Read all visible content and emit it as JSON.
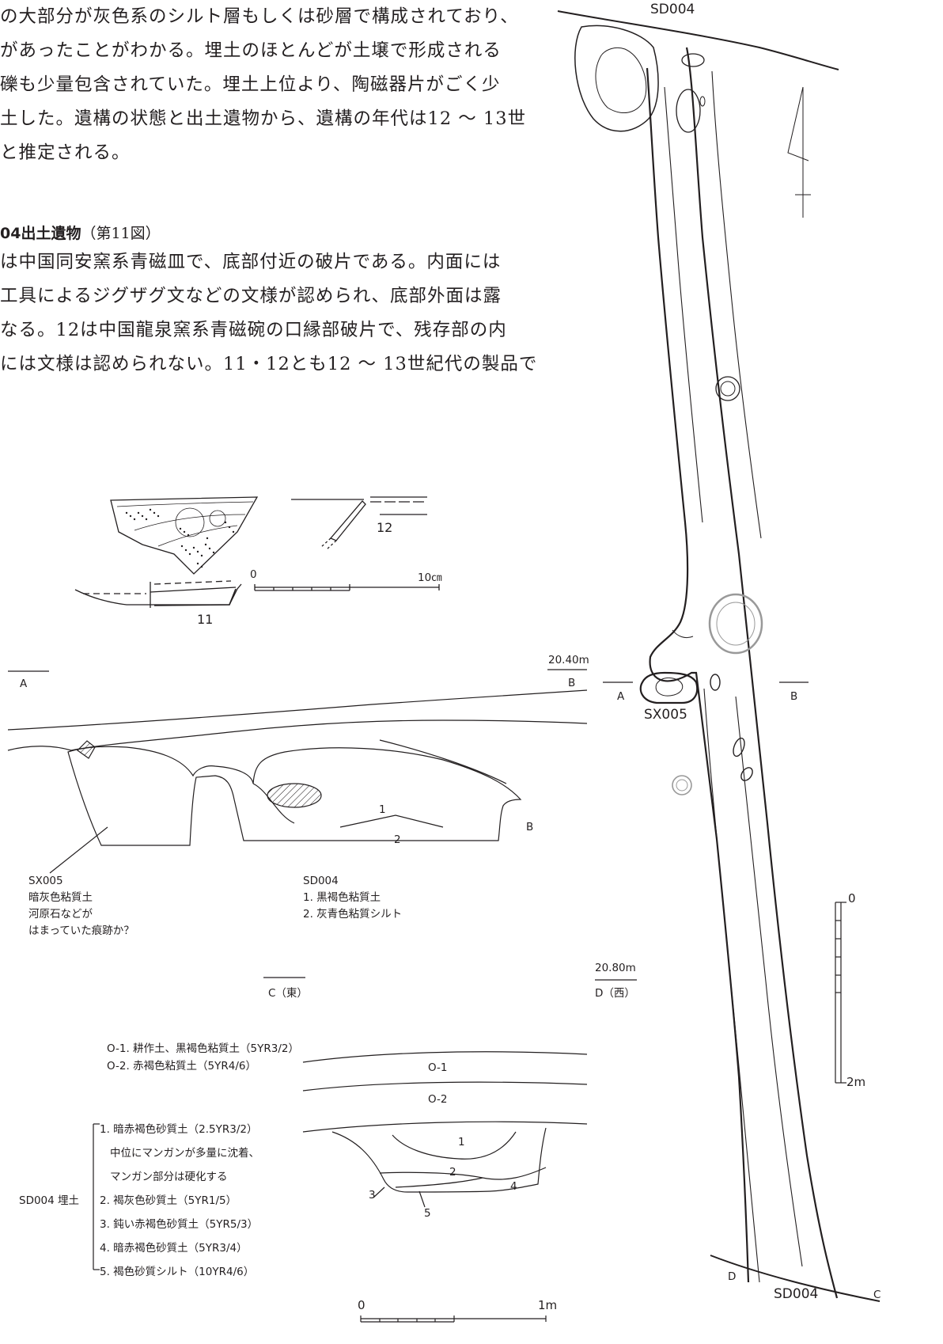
{
  "text_lines": [
    "の大部分が灰色系のシルト層もしくは砂層で構成されており、",
    "があったことがわかる。埋土のほとんどが土壌で形成される",
    "礫も少量包含されていた。埋土上位より、陶磁器片がごく少",
    "土した。遺構の状態と出土遺物から、遺構の年代は12 ～ 13世",
    "と推定される。"
  ],
  "heading": {
    "bold": "04出土遺物",
    "rest": "（第11図）"
  },
  "text_lines_2": [
    "は中国同安窯系青磁皿で、底部付近の破片である。内面には",
    "工具によるジグザグ文などの文様が認められ、底部外面は露",
    "なる。12は中国龍泉窯系青磁碗の口縁部破片で、残存部の内",
    "には文様は認められない。11・12とも12 ～ 13世紀代の製品で"
  ],
  "artifact_fig": {
    "label_11": "11",
    "label_12": "12",
    "scale_zero": "0",
    "scale_max": "10㎝"
  },
  "section_ab": {
    "left_A": "A",
    "elev": "20.40m",
    "right_B": "B",
    "end_B": "B",
    "layer_1": "1",
    "layer_2": "2",
    "sx005_notes": [
      "SX005",
      "暗灰色粘質土",
      "河原石などが",
      "はまっていた痕跡か？"
    ],
    "sd004_notes": [
      "SD004",
      "1. 黒褐色粘質土",
      "2. 灰青色粘質シルト"
    ]
  },
  "section_cd": {
    "left_C": "C（東）",
    "elev": "20.80m",
    "right_D": "D（西）",
    "legend_top": [
      "O-1. 耕作土、黒褐色粘質土（5YR3/2）",
      "O-2. 赤褐色粘質土（5YR4/6）"
    ],
    "legend_group_label": "SD004 埋土",
    "legend_group": [
      "1. 暗赤褐色砂質土（2.5YR3/2）",
      "中位にマンガンが多量に沈着、",
      "マンガン部分は硬化する",
      "2. 褐灰色砂質土（5YR1/5）",
      "3. 鈍い赤褐色砂質土（5YR5/3）",
      "4. 暗赤褐色砂質土（5YR3/4）",
      "5. 褐色砂質シルト（10YR4/6）"
    ],
    "layer_O1": "O-1",
    "layer_O2": "O-2",
    "layer_1": "1",
    "layer_2": "2",
    "layer_3": "3",
    "layer_4": "4",
    "layer_5": "5",
    "scale_zero": "0",
    "scale_max": "1m"
  },
  "plan_view": {
    "top_label": "SD004",
    "bottom_label": "SD004",
    "sx005": "SX005",
    "A": "A",
    "B": "B",
    "C": "C",
    "D": "D",
    "scale_zero": "0",
    "scale_max": "2m"
  }
}
